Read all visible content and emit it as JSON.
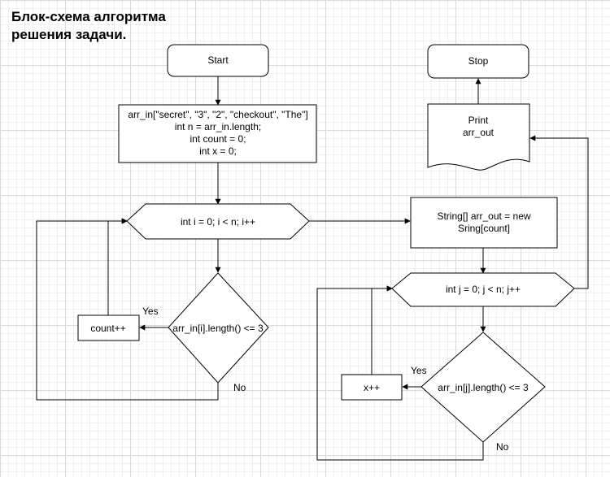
{
  "title": {
    "line1": "Блок-схема алгоритма",
    "line2": "решения задачи."
  },
  "nodes": {
    "start": "Start",
    "init": [
      "arr_in[\"secret\", \"3\", \"2\", \"checkout\", \"The\"]",
      "int n = arr_in.length;",
      "int count = 0;",
      "int x = 0;"
    ],
    "loop1": "int i = 0; i < n; i++",
    "cond1": "arr_in[i].length() <= 3",
    "count_inc": "count++",
    "alloc": [
      "String[] arr_out = new",
      "Sring[count]"
    ],
    "loop2": "int j = 0; j < n; j++",
    "cond2": "arr_in[j].length() <= 3",
    "x_inc": "x++",
    "print": [
      "Print",
      "arr_out"
    ],
    "stop": "Stop"
  },
  "edges": {
    "yes1": "Yes",
    "no1": "No",
    "yes2": "Yes",
    "no2": "No"
  }
}
